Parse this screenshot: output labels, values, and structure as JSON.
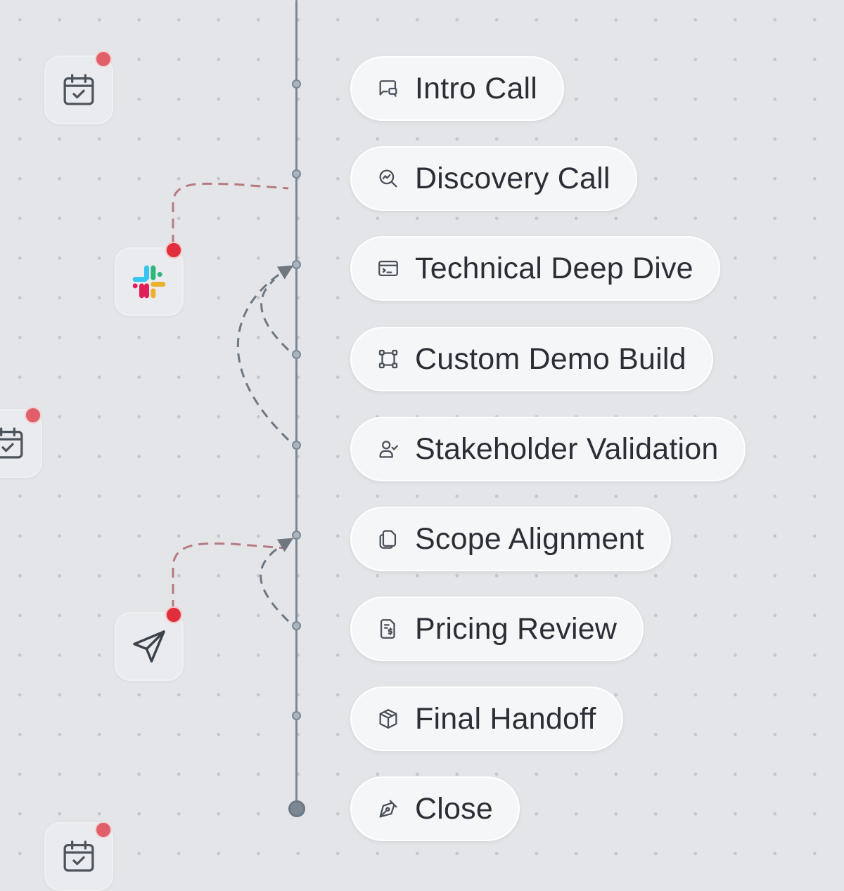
{
  "stages": [
    {
      "label": "Intro Call",
      "icon": "message-square-icon"
    },
    {
      "label": "Discovery Call",
      "icon": "search-analytics-icon"
    },
    {
      "label": "Technical Deep Dive",
      "icon": "terminal-window-icon"
    },
    {
      "label": "Custom Demo Build",
      "icon": "frame-icon"
    },
    {
      "label": "Stakeholder Validation",
      "icon": "user-check-icon"
    },
    {
      "label": "Scope Alignment",
      "icon": "copy-documents-icon"
    },
    {
      "label": "Pricing Review",
      "icon": "invoice-dollar-icon"
    },
    {
      "label": "Final Handoff",
      "icon": "package-box-icon"
    },
    {
      "label": "Close",
      "icon": "pen-nib-icon"
    }
  ],
  "side_tiles": [
    {
      "name": "calendar-check-tile",
      "icon": "calendar-check-icon"
    },
    {
      "name": "slack-tile",
      "icon": "slack-icon"
    },
    {
      "name": "calendar-check-tile",
      "icon": "calendar-check-icon"
    },
    {
      "name": "send-tile",
      "icon": "paper-plane-icon"
    },
    {
      "name": "calendar-check-tile",
      "icon": "calendar-check-icon"
    }
  ],
  "colors": {
    "timeline": "#7b8793",
    "alert": "#e02f3a",
    "connector_red": "#c94a55",
    "connector_gray": "#6f7780",
    "slack_blue": "#36c5f0",
    "slack_green": "#2eb67d",
    "slack_yellow": "#ecb22e",
    "slack_red": "#e01e5a"
  }
}
